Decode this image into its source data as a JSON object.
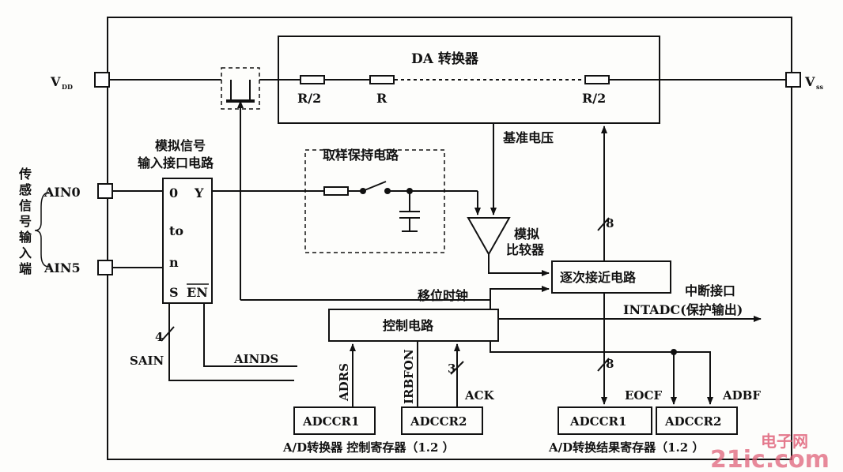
{
  "pins": {
    "vdd_main": "V",
    "vdd_sub": "DD",
    "vss_main": "V",
    "vss_sub": "ss",
    "ain0": "AIN0",
    "ain5": "AIN5"
  },
  "left_label": [
    "传",
    "感",
    "信",
    "号",
    "输",
    "入",
    "端"
  ],
  "da": {
    "title": "DA  转换器",
    "r_left": "R/2",
    "r_mid": "R",
    "r_right": "R/2"
  },
  "ref_voltage": "基准电压",
  "sample_hold": "取样保持电路",
  "analog_interface": {
    "line1": "模拟信号",
    "line2": "输入接口电路"
  },
  "mux": {
    "zero": "0",
    "y": "Y",
    "to": "to",
    "n": "n",
    "s": "S",
    "en": "EN"
  },
  "comparator": {
    "line1": "模拟",
    "line2": "比较器"
  },
  "sar": "逐次接近电路",
  "control": "控制电路",
  "shift_clock": "移位时钟",
  "interrupt": {
    "line1": "中断接口",
    "line2": "INTADC(保护输出)"
  },
  "signals": {
    "sain": "SAIN",
    "ainds": "AINDS",
    "adrs": "ADRS",
    "irbfon": "IRBFON",
    "ack": "ACK",
    "eocf": "EOCF",
    "adbf": "ADBF",
    "n4": "4",
    "n3": "3",
    "n8a": "8",
    "n8b": "8"
  },
  "registers": {
    "ctrl1": "ADCCR1",
    "ctrl2": "ADCCR2",
    "res1": "ADCCR1",
    "res2": "ADCCR2",
    "ctrl_caption": "A/D转换器 控制寄存器（1.2 ）",
    "res_caption": "A/D转换结果寄存器（1.2 ）"
  },
  "watermark": {
    "top": "电子网",
    "bottom": "21ic.com"
  }
}
